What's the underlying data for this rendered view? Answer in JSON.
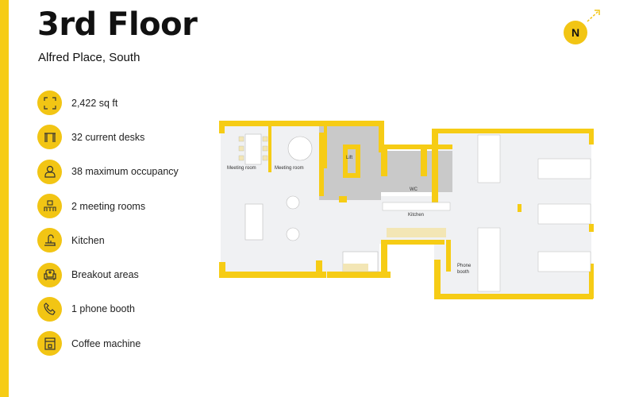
{
  "header": {
    "title": "3rd Floor",
    "subtitle": "Alfred Place, South"
  },
  "features": [
    {
      "icon": "area-frame-icon",
      "label": "2,422 sq ft"
    },
    {
      "icon": "desk-icon",
      "label": "32 current desks"
    },
    {
      "icon": "person-icon",
      "label": "38 maximum occupancy"
    },
    {
      "icon": "meeting-room-icon",
      "label": "2 meeting rooms"
    },
    {
      "icon": "kitchen-tap-icon",
      "label": "Kitchen"
    },
    {
      "icon": "armchair-icon",
      "label": "Breakout areas"
    },
    {
      "icon": "phone-icon",
      "label": "1 phone booth"
    },
    {
      "icon": "coffee-machine-icon",
      "label": "Coffee machine"
    }
  ],
  "compass": {
    "label": "N"
  },
  "floorplan": {
    "labels": {
      "meeting_room_1": "Meeting room",
      "meeting_room_2": "Meeting room",
      "lift": "Lift",
      "wc": "WC",
      "kitchen": "Kitchen",
      "phone_booth_line1": "Phone",
      "phone_booth_line2": "booth"
    }
  },
  "colors": {
    "accent": "#f6cc15",
    "floor": "#f0f1f3",
    "core": "#c9c9c9",
    "furniture": "#f3e6b5"
  }
}
